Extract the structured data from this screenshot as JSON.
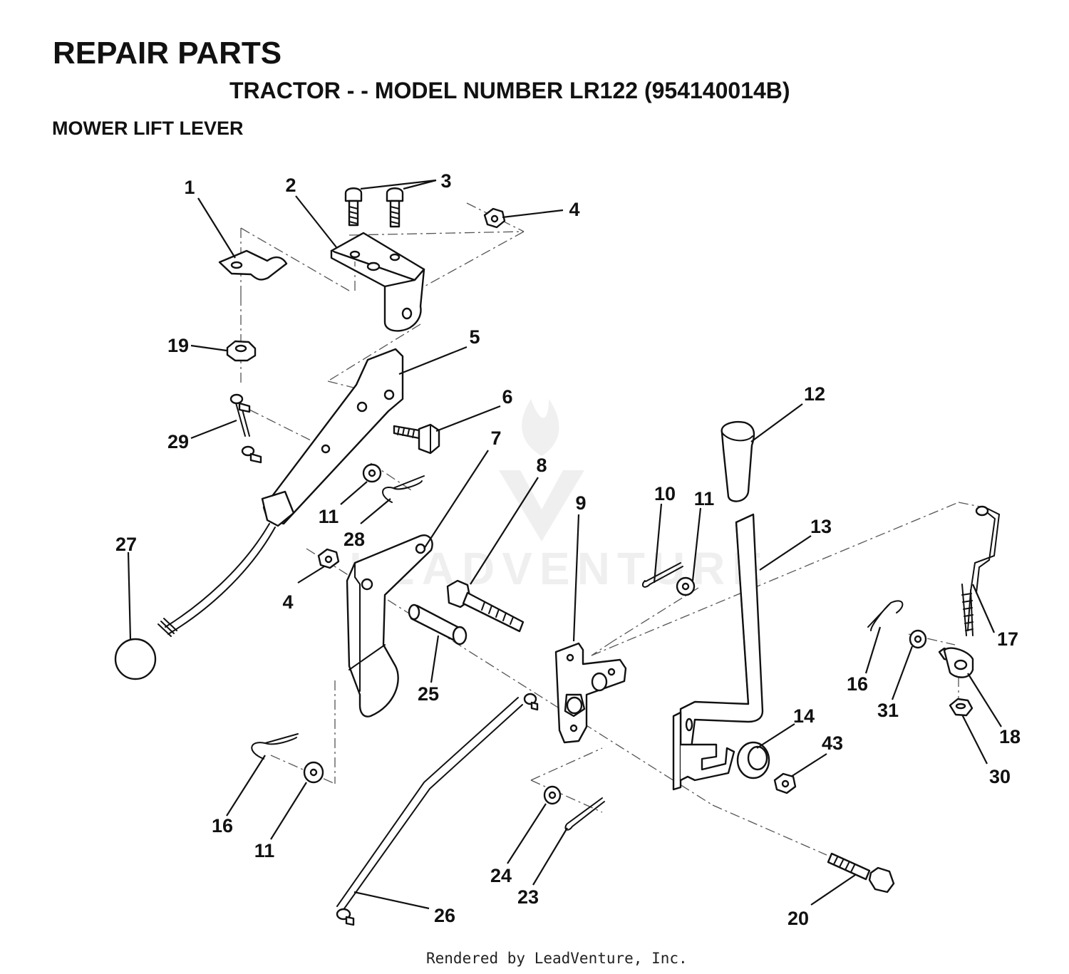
{
  "header": {
    "title": "REPAIR PARTS",
    "subtitle": "TRACTOR - - MODEL NUMBER LR122 (954140014B)",
    "section": "MOWER LIFT LEVER"
  },
  "footer": {
    "text": "Rendered by LeadVenture, Inc."
  },
  "watermark": {
    "text": "LEADVENTURE"
  },
  "callouts": {
    "c1": "1",
    "c2": "2",
    "c3": "3",
    "c4a": "4",
    "c4b": "4",
    "c5": "5",
    "c6": "6",
    "c7": "7",
    "c8": "8",
    "c9": "9",
    "c10": "10",
    "c11a": "11",
    "c11b": "11",
    "c11c": "11",
    "c12": "12",
    "c13": "13",
    "c14": "14",
    "c16a": "16",
    "c16b": "16",
    "c17": "17",
    "c18": "18",
    "c19": "19",
    "c20": "20",
    "c23": "23",
    "c24": "24",
    "c25": "25",
    "c26": "26",
    "c27": "27",
    "c28": "28",
    "c29": "29",
    "c30": "30",
    "c31": "31",
    "c43": "43"
  }
}
